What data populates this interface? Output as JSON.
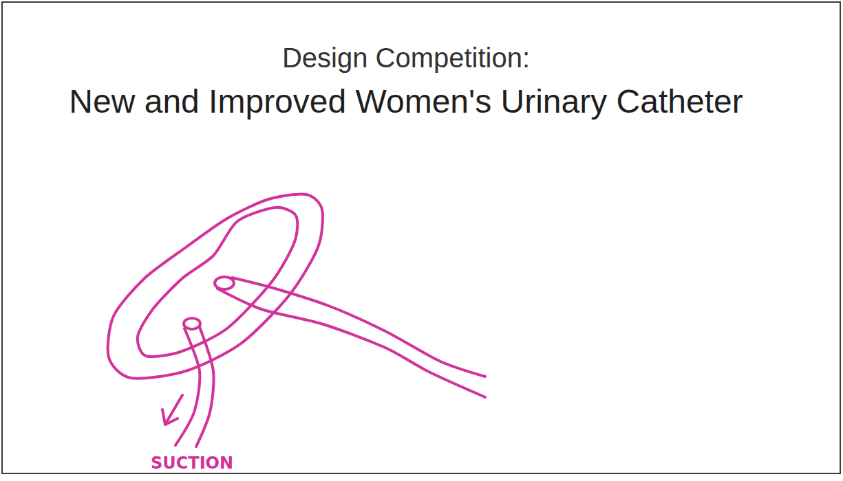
{
  "diagram": {
    "title": "New and Improved Women's Urinary Catheter",
    "labels": [
      "Design Competition:",
      "SUCTION"
    ]
  }
}
